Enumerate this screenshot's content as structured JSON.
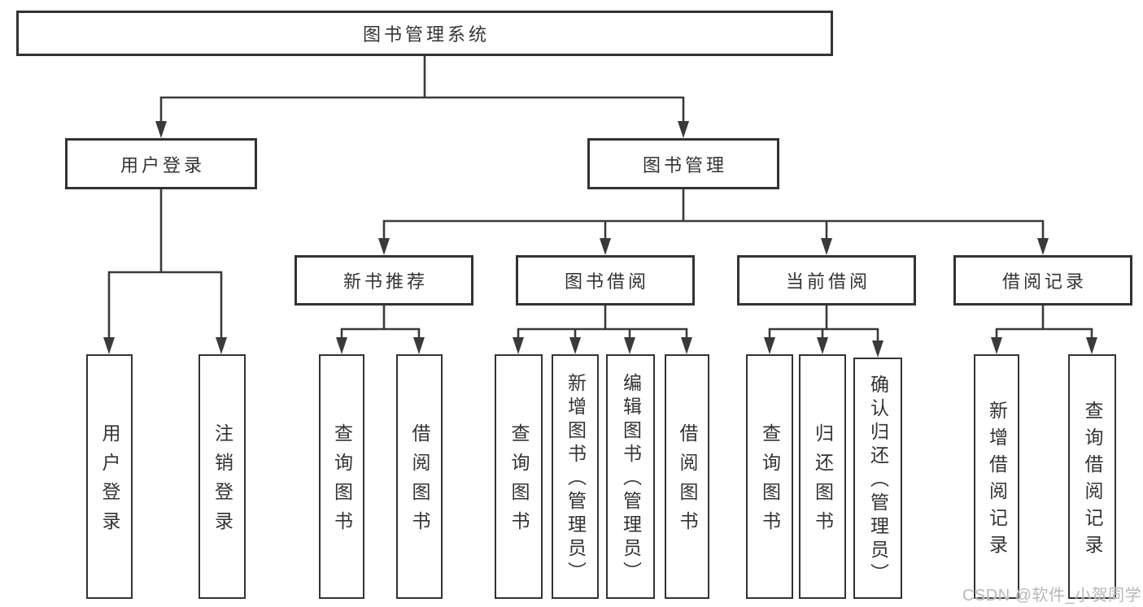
{
  "diagram": {
    "root": {
      "label": "图书管理系统"
    },
    "branches": [
      {
        "label": "用户登录",
        "children": [
          {
            "label": "用户登录"
          },
          {
            "label": "注销登录"
          }
        ]
      },
      {
        "label": "图书管理",
        "children": [
          {
            "label": "新书推荐",
            "children": [
              {
                "label": "查询图书"
              },
              {
                "label": "借阅图书"
              }
            ]
          },
          {
            "label": "图书借阅",
            "children": [
              {
                "label": "查询图书"
              },
              {
                "label": "新增图书（管理员）"
              },
              {
                "label": "编辑图书（管理员）"
              },
              {
                "label": "借阅图书"
              }
            ]
          },
          {
            "label": "当前借阅",
            "children": [
              {
                "label": "查询图书"
              },
              {
                "label": "归还图书"
              },
              {
                "label": "确认归还（管理员）"
              }
            ]
          },
          {
            "label": "借阅记录",
            "children": [
              {
                "label": "新增借阅记录"
              },
              {
                "label": "查询借阅记录"
              }
            ]
          }
        ]
      }
    ]
  },
  "watermark": {
    "text": "CSDN @软件_小贺同学",
    "color": "#b9b7b7"
  },
  "colors": {
    "line": "#3a3a3a",
    "box_border": "#333333",
    "box_fill": "#ffffff",
    "text": "#333333",
    "background": "#ffffff"
  }
}
